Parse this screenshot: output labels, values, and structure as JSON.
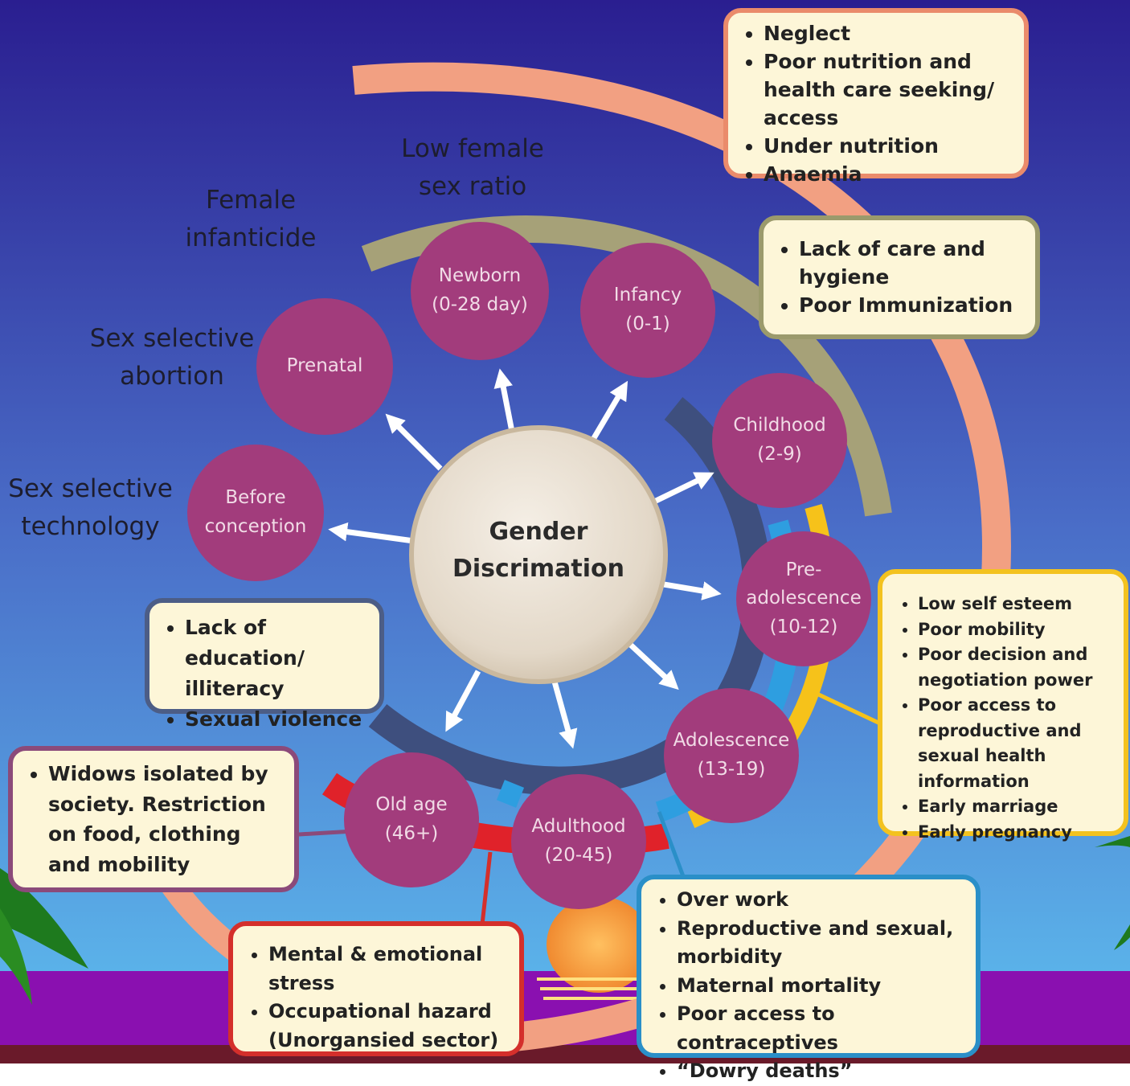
{
  "center": {
    "label": "Gender\nDiscrimation"
  },
  "stages": [
    {
      "id": "before-conception",
      "label": "Before\nconception"
    },
    {
      "id": "prenatal",
      "label": "Prenatal"
    },
    {
      "id": "newborn",
      "label": "Newborn\n(0-28 day)"
    },
    {
      "id": "infancy",
      "label": "Infancy\n(0-1)"
    },
    {
      "id": "childhood",
      "label": "Childhood\n(2-9)"
    },
    {
      "id": "pre-adolescence",
      "label": "Pre-\nadolescence\n(10-12)"
    },
    {
      "id": "adolescence",
      "label": "Adolescence\n(13-19)"
    },
    {
      "id": "adulthood",
      "label": "Adulthood\n(20-45)"
    },
    {
      "id": "old-age",
      "label": "Old age\n(46+)"
    }
  ],
  "side_labels": {
    "sex_selective_technology": "Sex selective\ntechnology",
    "sex_selective_abortion": "Sex selective\nabortion",
    "female_infanticide": "Female\ninfanticide",
    "low_female_sex_ratio": "Low female\nsex ratio"
  },
  "boxes": {
    "nutrition": [
      "Neglect",
      "Poor nutrition and health care seeking/ access",
      "Under nutrition",
      "Anaemia"
    ],
    "care": [
      "Lack of care and hygiene",
      "Poor Immunization"
    ],
    "adolescent": [
      "Low self esteem",
      "Poor mobility",
      "Poor decision and negotiation power",
      "Poor access to reproductive and sexual health information",
      "Early marriage",
      "Early pregnancy"
    ],
    "adult": [
      "Over work",
      "Reproductive and sexual, morbidity",
      "Maternal mortality",
      "Poor access to contraceptives",
      "“Dowry deaths”"
    ],
    "occupational": [
      "Mental & emotional stress",
      "Occupational hazard (Unorgansied sector)"
    ],
    "widows": [
      "Widows isolated by society. Restriction on food, clothing and mobility"
    ],
    "education": [
      "Lack of education/ illiteracy",
      "Sexual violence"
    ]
  },
  "colors": {
    "sky_top": "#2a1e90",
    "sky_mid": "#4a6ec8",
    "sky_bottom": "#5ec0f0",
    "ground": "#8a10b0",
    "stage_circle": "#a23c7c",
    "center_fill": "#e9e0d4",
    "peach_arc": "#f2a082",
    "olive_arc": "#a6a178",
    "navy_arc": "#3e4f7e",
    "blue_arc": "#2e9ee0",
    "yellow_arc": "#f6c21a",
    "red_arc": "#e0222a",
    "arrow": "#ffffff"
  }
}
